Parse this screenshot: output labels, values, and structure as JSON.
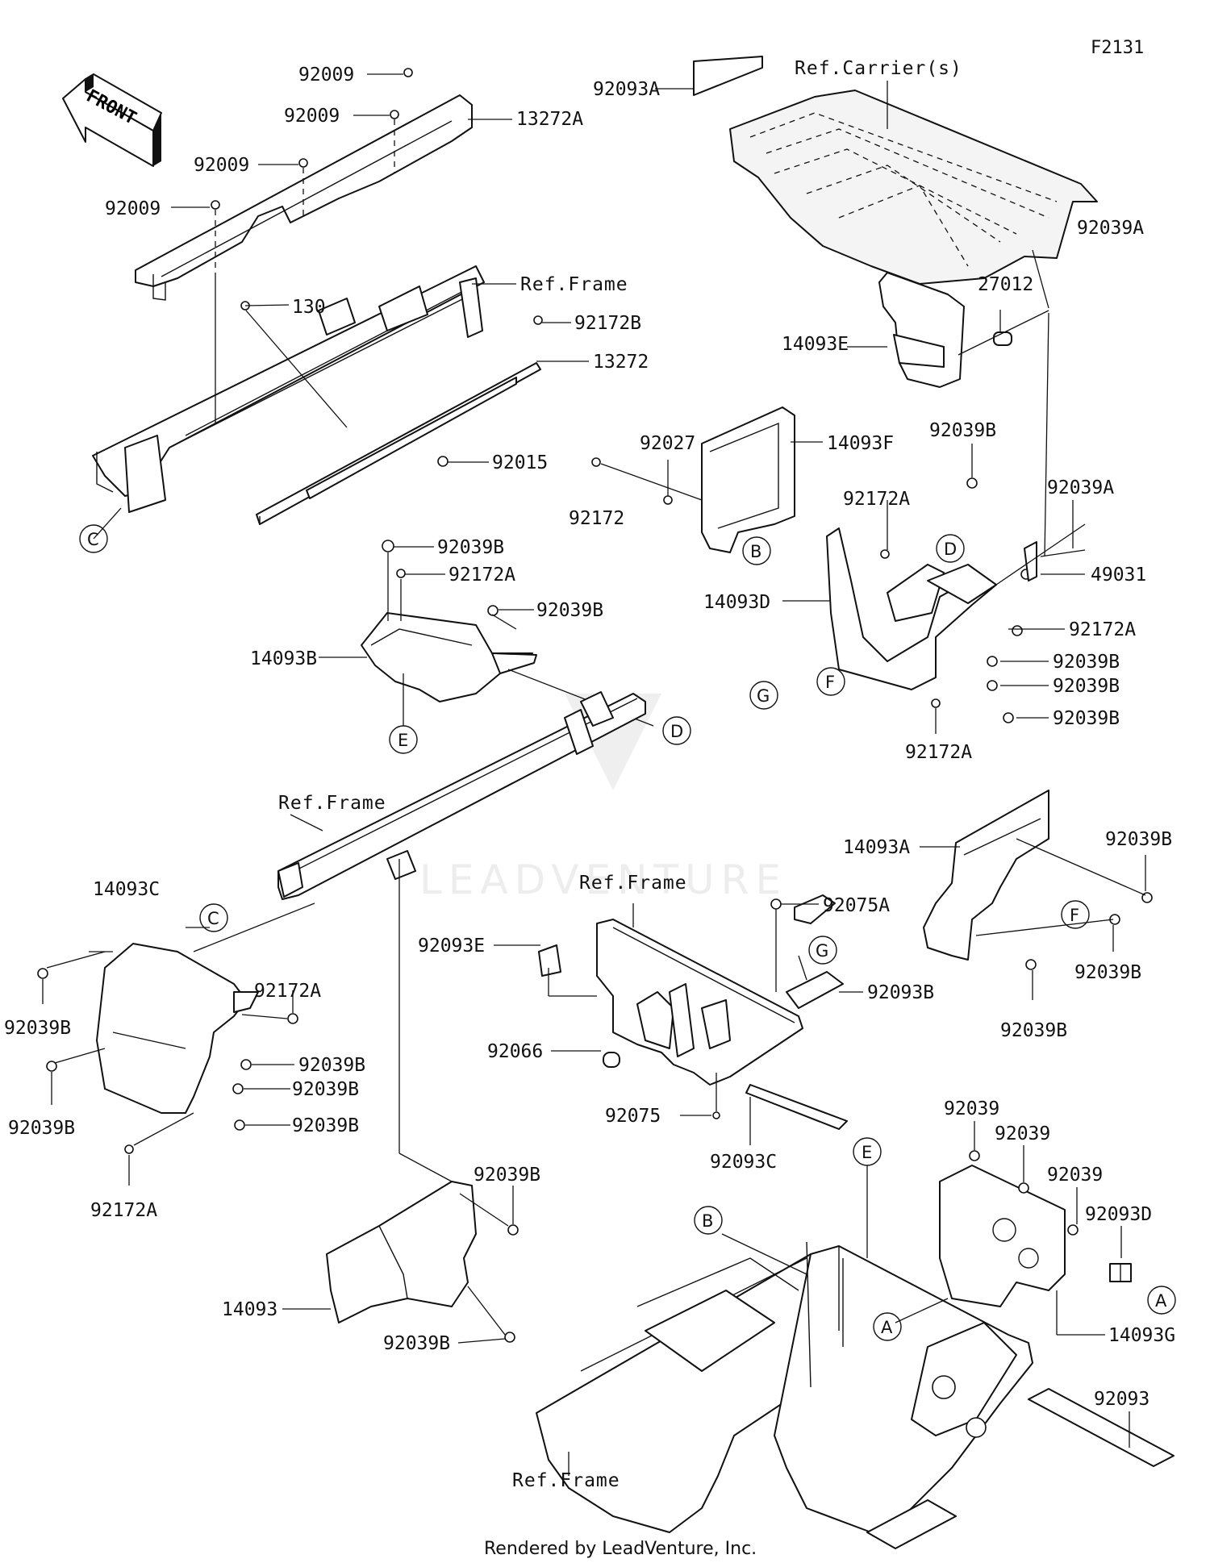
{
  "figure_code": "F2131",
  "front_arrow_label": "FRONT",
  "watermark": "LEADVENTURE",
  "footer": "Rendered by LeadVenture, Inc.",
  "refs": {
    "carrier": "Ref.Carrier(s)",
    "frame": "Ref.Frame"
  },
  "callout_letters": [
    "A",
    "B",
    "C",
    "D",
    "E",
    "F",
    "G"
  ],
  "part_labels": [
    "92009",
    "92009",
    "92009",
    "92009",
    "13272A",
    "130",
    "92172B",
    "13272",
    "92015",
    "92093A",
    "27012",
    "92039A",
    "14093E",
    "92027",
    "14093F",
    "92172",
    "92039B",
    "92172A",
    "92039A",
    "49031",
    "14093D",
    "92172A",
    "92039B",
    "92039B",
    "92039B",
    "92172A",
    "92039B",
    "92172A",
    "92039B",
    "14093B",
    "14093A",
    "92039B",
    "92039B",
    "92039B",
    "14093C",
    "92039B",
    "92172A",
    "92039B",
    "92039B",
    "92039B",
    "92039B",
    "92172A",
    "92075A",
    "92093E",
    "92093B",
    "92066",
    "92075",
    "92093C",
    "92039B",
    "14093",
    "92039B",
    "92039",
    "92039",
    "92039",
    "92093D",
    "14093G",
    "92093"
  ]
}
